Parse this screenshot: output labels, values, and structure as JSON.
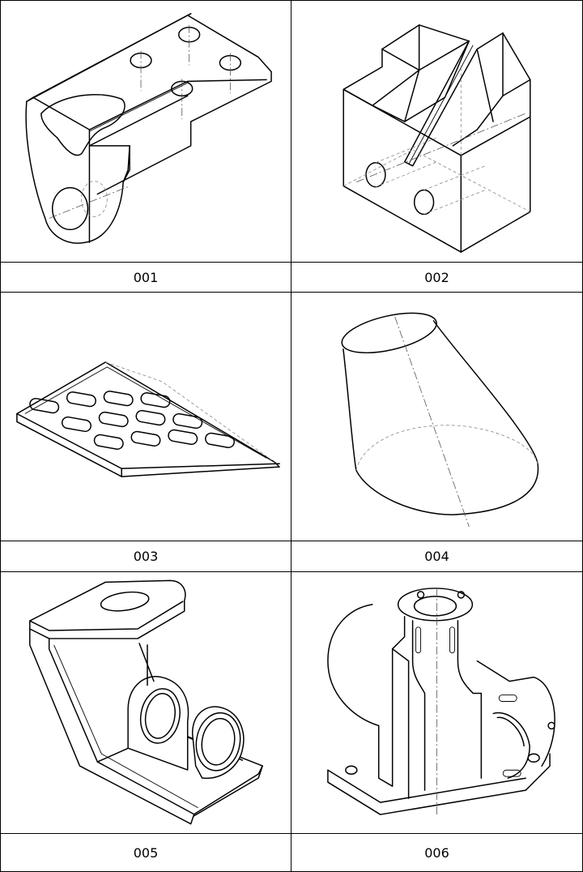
{
  "cells": [
    {
      "label": "001",
      "icon": "bracket-with-heart-cutout"
    },
    {
      "label": "002",
      "icon": "v-block"
    },
    {
      "label": "003",
      "icon": "slotted-plate"
    },
    {
      "label": "004",
      "icon": "oblique-cone"
    },
    {
      "label": "005",
      "icon": "bearing-bracket"
    },
    {
      "label": "006",
      "icon": "sectioned-housing"
    }
  ],
  "colors": {
    "line": "#000000",
    "hidden": "#888888",
    "background": "#ffffff"
  }
}
